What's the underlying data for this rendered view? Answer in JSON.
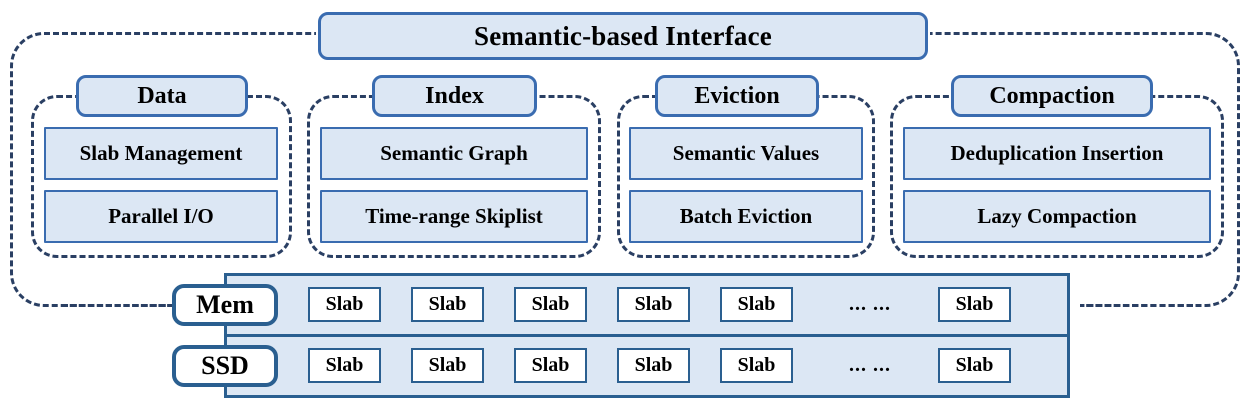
{
  "diagram": {
    "title": "Semantic-based Interface",
    "modules": [
      {
        "name": "Data",
        "items": [
          "Slab Management",
          "Parallel I/O"
        ]
      },
      {
        "name": "Index",
        "items": [
          "Semantic Graph",
          "Time-range Skiplist"
        ]
      },
      {
        "name": "Eviction",
        "items": [
          "Semantic Values",
          "Batch Eviction"
        ]
      },
      {
        "name": "Compaction",
        "items": [
          "Deduplication Insertion",
          "Lazy Compaction"
        ]
      }
    ],
    "storage": {
      "tiers": [
        {
          "label": "Mem",
          "cells": [
            "Slab",
            "Slab",
            "Slab",
            "Slab",
            "Slab",
            "... ...",
            "Slab"
          ]
        },
        {
          "label": "SSD",
          "cells": [
            "Slab",
            "Slab",
            "Slab",
            "Slab",
            "Slab",
            "... ...",
            "Slab"
          ]
        }
      ]
    },
    "colors": {
      "box_fill": "#dce7f4",
      "box_border": "#3a6cb0",
      "dashed_border": "#2a3f63",
      "storage_border": "#2a5f90",
      "cell_fill": "#ffffff",
      "text": "#000000",
      "background": "#ffffff"
    }
  }
}
